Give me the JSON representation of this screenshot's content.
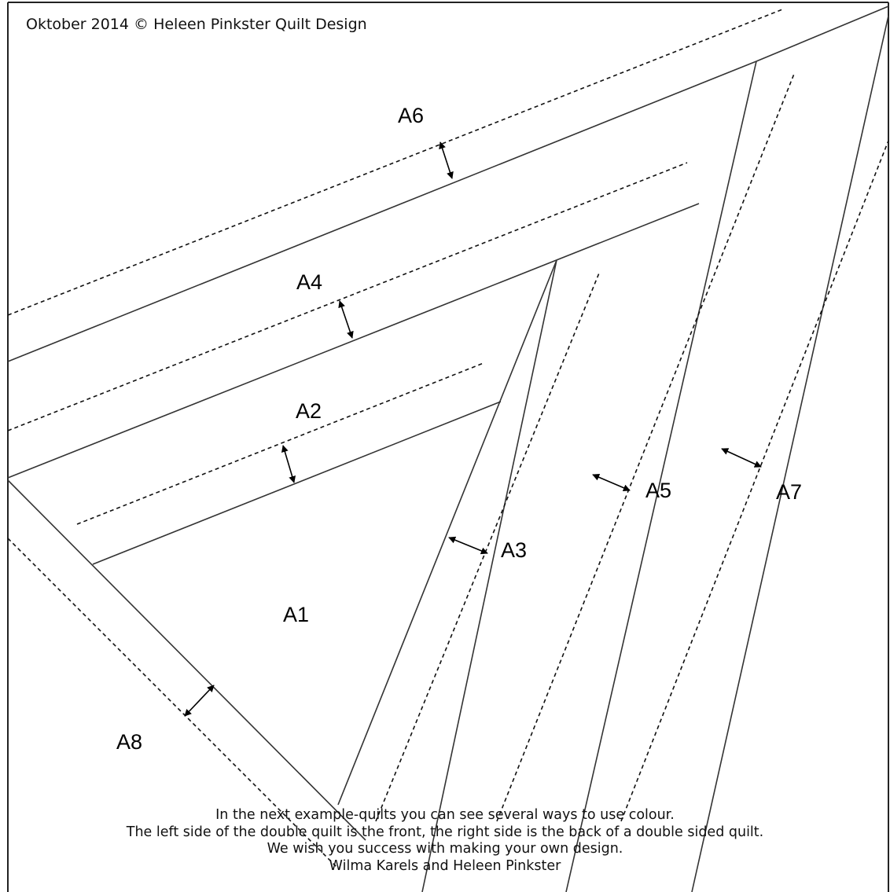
{
  "header": "Oktober 2014 © Heleen Pinkster Quilt Design",
  "labels": {
    "a1": "A1",
    "a2": "A2",
    "a3": "A3",
    "a4": "A4",
    "a5": "A5",
    "a6": "A6",
    "a7": "A7",
    "a8": "A8"
  },
  "footer": {
    "line1": "In the next example-quilts you can see several ways to use colour.",
    "line2": "The left side of the double quilt is the front, the right side is the back of a double sided quilt.",
    "line3": "We wish you success with making your own design.",
    "line4": "Wilma Karels and Heleen Pinkster"
  },
  "colors": {
    "line": "#333333",
    "text": "#111111",
    "background": "#ffffff"
  }
}
